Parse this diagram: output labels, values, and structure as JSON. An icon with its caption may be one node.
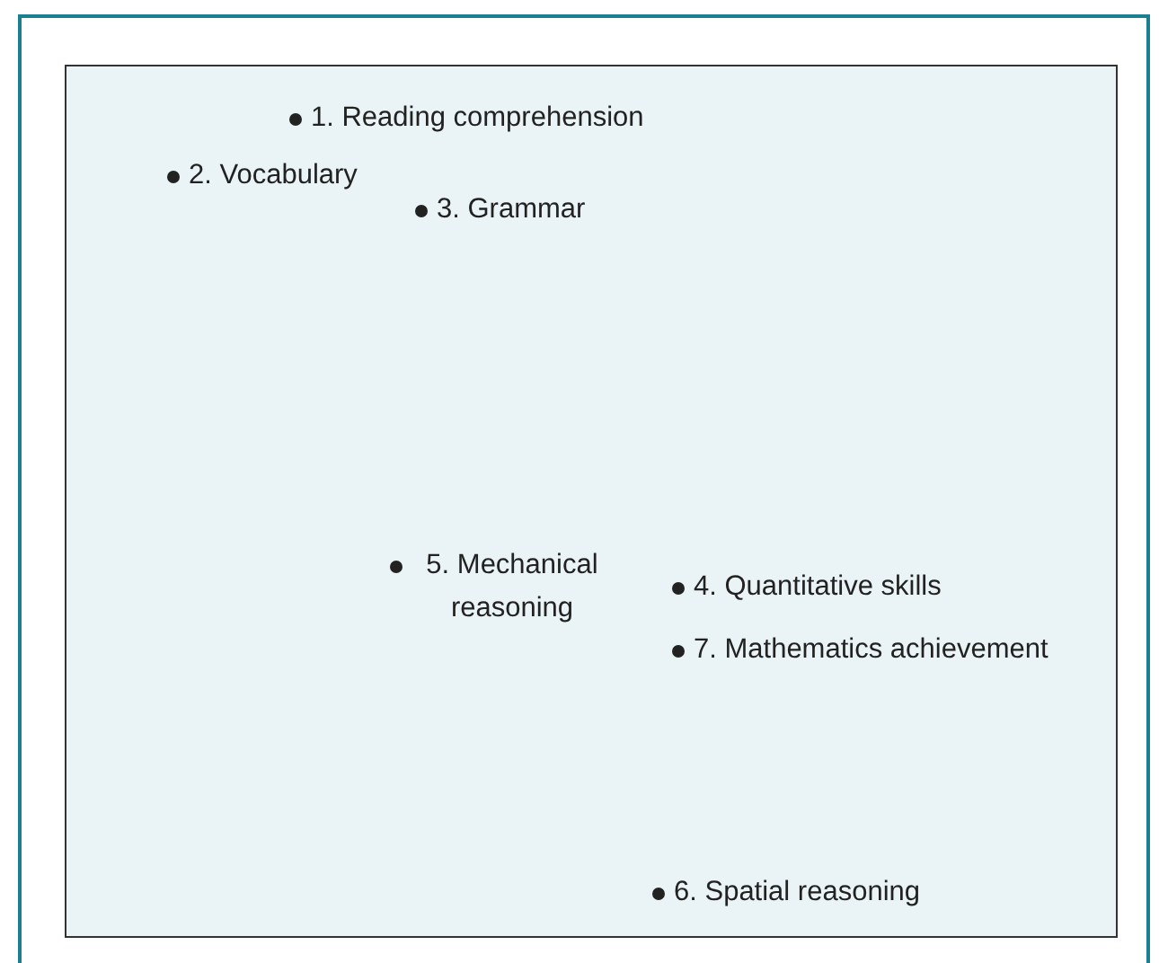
{
  "diagram": {
    "labels": [
      "1. Reading comprehension",
      "2. Vocabulary",
      "3. Grammar",
      "5. Mechanical reasoning",
      "4. Quantitative skills",
      "7. Mathematics achievement",
      "6. Spatial reasoning"
    ]
  }
}
